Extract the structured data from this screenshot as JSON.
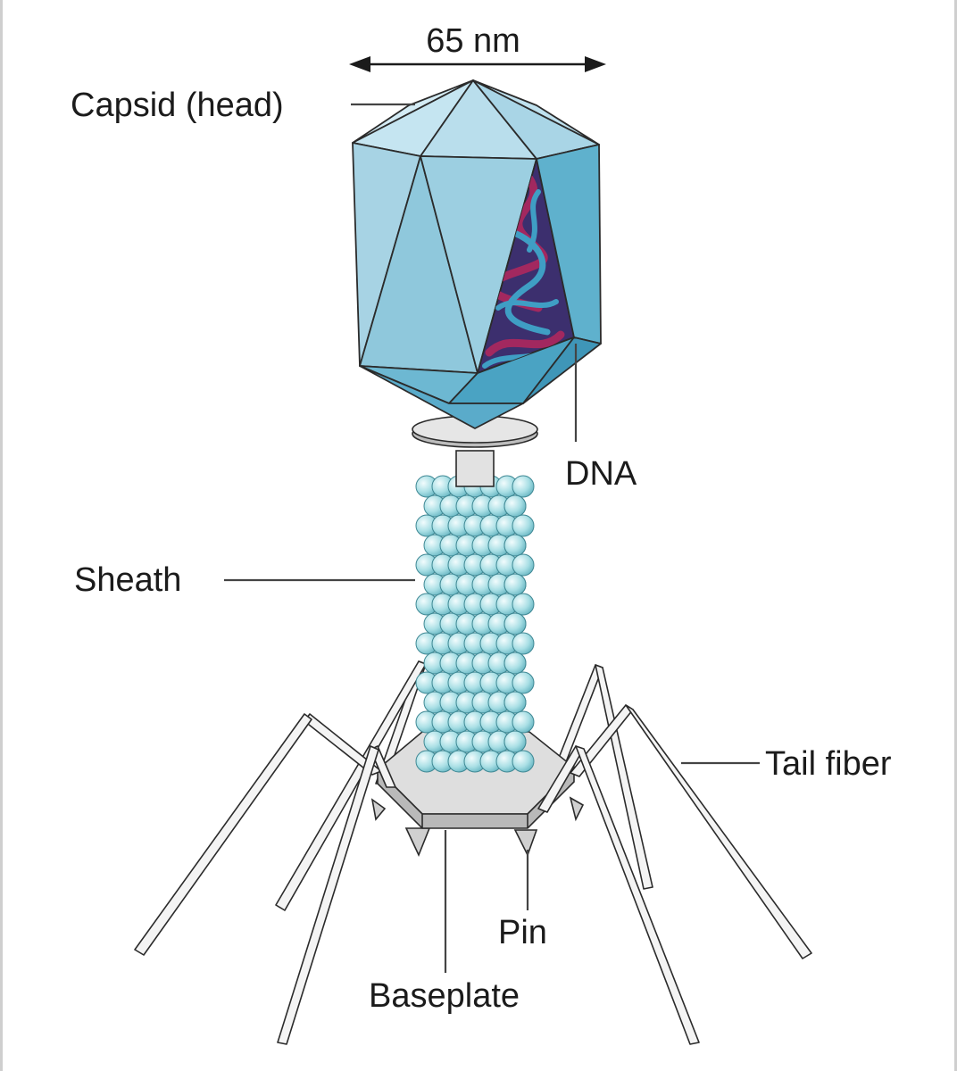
{
  "dimension": {
    "label": "65 nm"
  },
  "labels": {
    "capsid": "Capsid (head)",
    "dna": "DNA",
    "sheath": "Sheath",
    "tail_fiber": "Tail fiber",
    "pin": "Pin",
    "baseplate": "Baseplate"
  },
  "colors": {
    "capsid_light": "#bde0ee",
    "capsid_mid": "#8ccadf",
    "capsid_dark": "#4aa3c3",
    "dna_bg": "#3c2f6e",
    "dna_strand_red": "#a2285f",
    "dna_strand_blue": "#3f9ec4",
    "bead": "#a9dfe5",
    "baseplate": "#d8d8d8",
    "fiber": "#f3f3f3",
    "outline": "#2b2b2b"
  }
}
